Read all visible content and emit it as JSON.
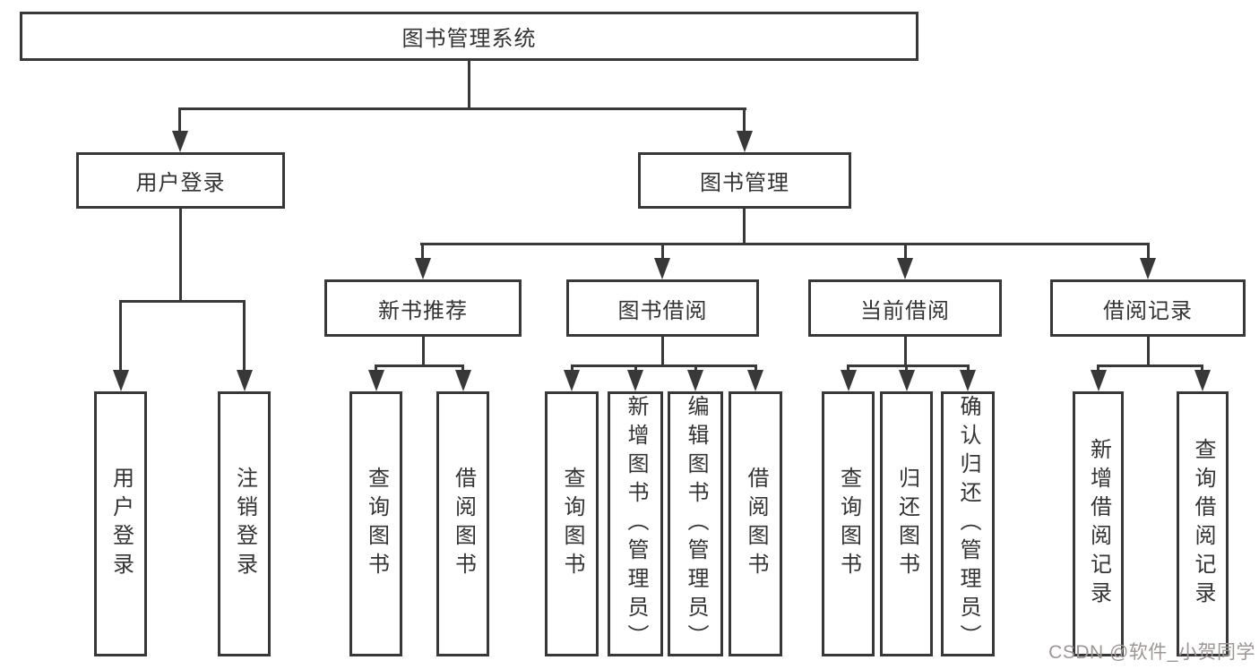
{
  "diagram": {
    "root": {
      "label": "图书管理系统"
    },
    "level2": [
      {
        "label": "用户登录"
      },
      {
        "label": "图书管理"
      }
    ],
    "level3": [
      {
        "label": "新书推荐"
      },
      {
        "label": "图书借阅"
      },
      {
        "label": "当前借阅"
      },
      {
        "label": "借阅记录"
      }
    ],
    "leaves": {
      "user_login": [
        {
          "label": "用户登录"
        },
        {
          "label": "注销登录"
        }
      ],
      "new_books": [
        {
          "label": "查询图书"
        },
        {
          "label": "借阅图书"
        }
      ],
      "book_borrow": [
        {
          "label": "查询图书"
        },
        {
          "label": "新增图书（管理员）"
        },
        {
          "label": "编辑图书（管理员）"
        },
        {
          "label": "借阅图书"
        }
      ],
      "current_borrow": [
        {
          "label": "查询图书"
        },
        {
          "label": "归还图书"
        },
        {
          "label": "确认归还（管理员）"
        }
      ],
      "borrow_records": [
        {
          "label": "新增借阅记录"
        },
        {
          "label": "查询借阅记录"
        }
      ]
    },
    "watermark": "CSDN @软件_小贺同学",
    "colors": {
      "line": "#383838",
      "text": "#333333",
      "background": "#ffffff",
      "watermark": "#9e9595"
    }
  }
}
